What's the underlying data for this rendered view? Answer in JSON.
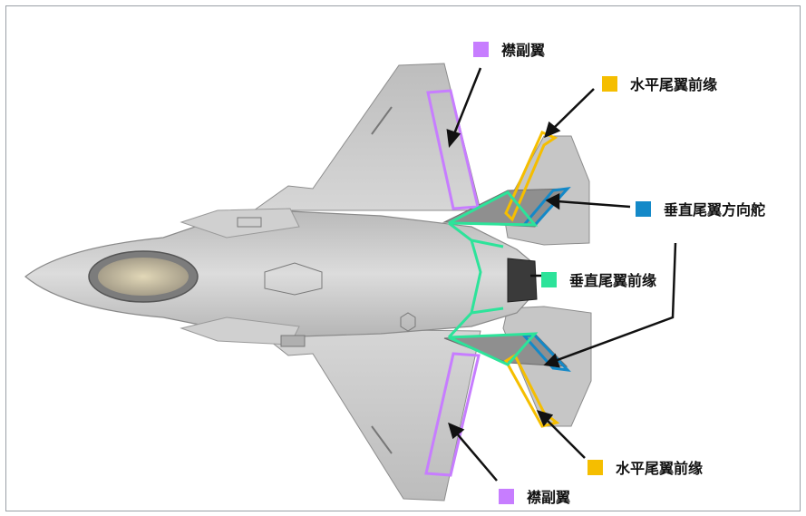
{
  "colors": {
    "aileron": "#c77dff",
    "horizontal_tail_le": "#f5be00",
    "vertical_tail_rudder": "#1489c8",
    "vertical_tail_le": "#2de39a",
    "arrow": "#111111",
    "airframe": "#c9c9c9"
  },
  "legend": {
    "aileron_top": {
      "label": "襟副翼",
      "color_key": "aileron"
    },
    "htail_le_top": {
      "label": "水平尾翼前缘",
      "color_key": "horizontal_tail_le"
    },
    "vtail_rudder": {
      "label": "垂直尾翼方向舵",
      "color_key": "vertical_tail_rudder"
    },
    "vtail_le": {
      "label": "垂直尾翼前缘",
      "color_key": "vertical_tail_le"
    },
    "htail_le_bottom": {
      "label": "水平尾翼前缘",
      "color_key": "horizontal_tail_le"
    },
    "aileron_bottom": {
      "label": "襟副翼",
      "color_key": "aileron"
    }
  },
  "image": {
    "subject": "fighter-aircraft-top-view"
  }
}
